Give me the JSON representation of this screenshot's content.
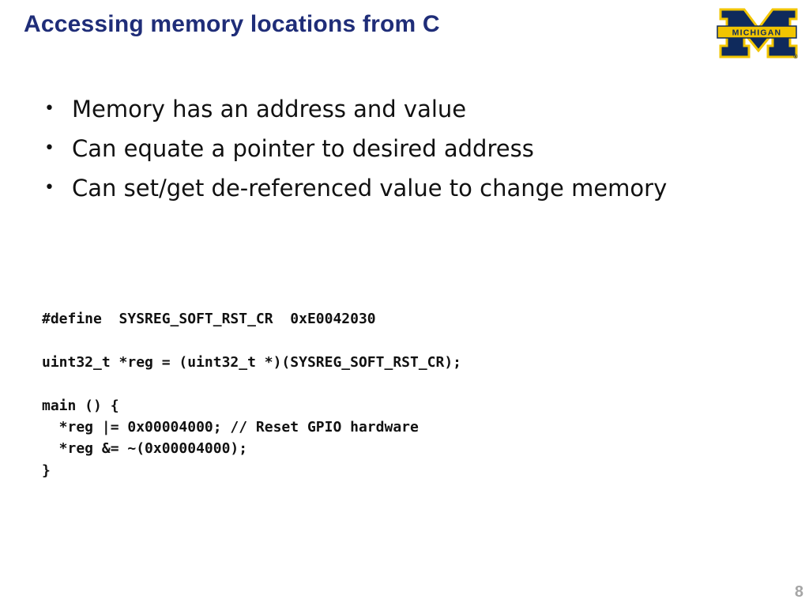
{
  "slide": {
    "title": "Accessing memory locations from C",
    "page_number": "8"
  },
  "logo": {
    "text": "MICHIGAN",
    "registered_mark": "®",
    "colors": {
      "maize": "#f2c500",
      "blue": "#0f2a5c"
    }
  },
  "bullets": [
    {
      "symbol": "•",
      "text": "Memory has an address and value"
    },
    {
      "symbol": "•",
      "text": "Can equate a pointer to desired address"
    },
    {
      "symbol": "•",
      "text": "Can set/get de-referenced value to change memory"
    }
  ],
  "code_lines": [
    "#define  SYSREG_SOFT_RST_CR  0xE0042030",
    "",
    "uint32_t *reg = (uint32_t *)(SYSREG_SOFT_RST_CR);",
    "",
    "main () {",
    "  *reg |= 0x00004000; // Reset GPIO hardware",
    "  *reg &= ~(0x00004000);",
    "}"
  ],
  "colors": {
    "title": "#1f2d78",
    "body_text": "#111111",
    "page_number": "#a6a6a6"
  }
}
